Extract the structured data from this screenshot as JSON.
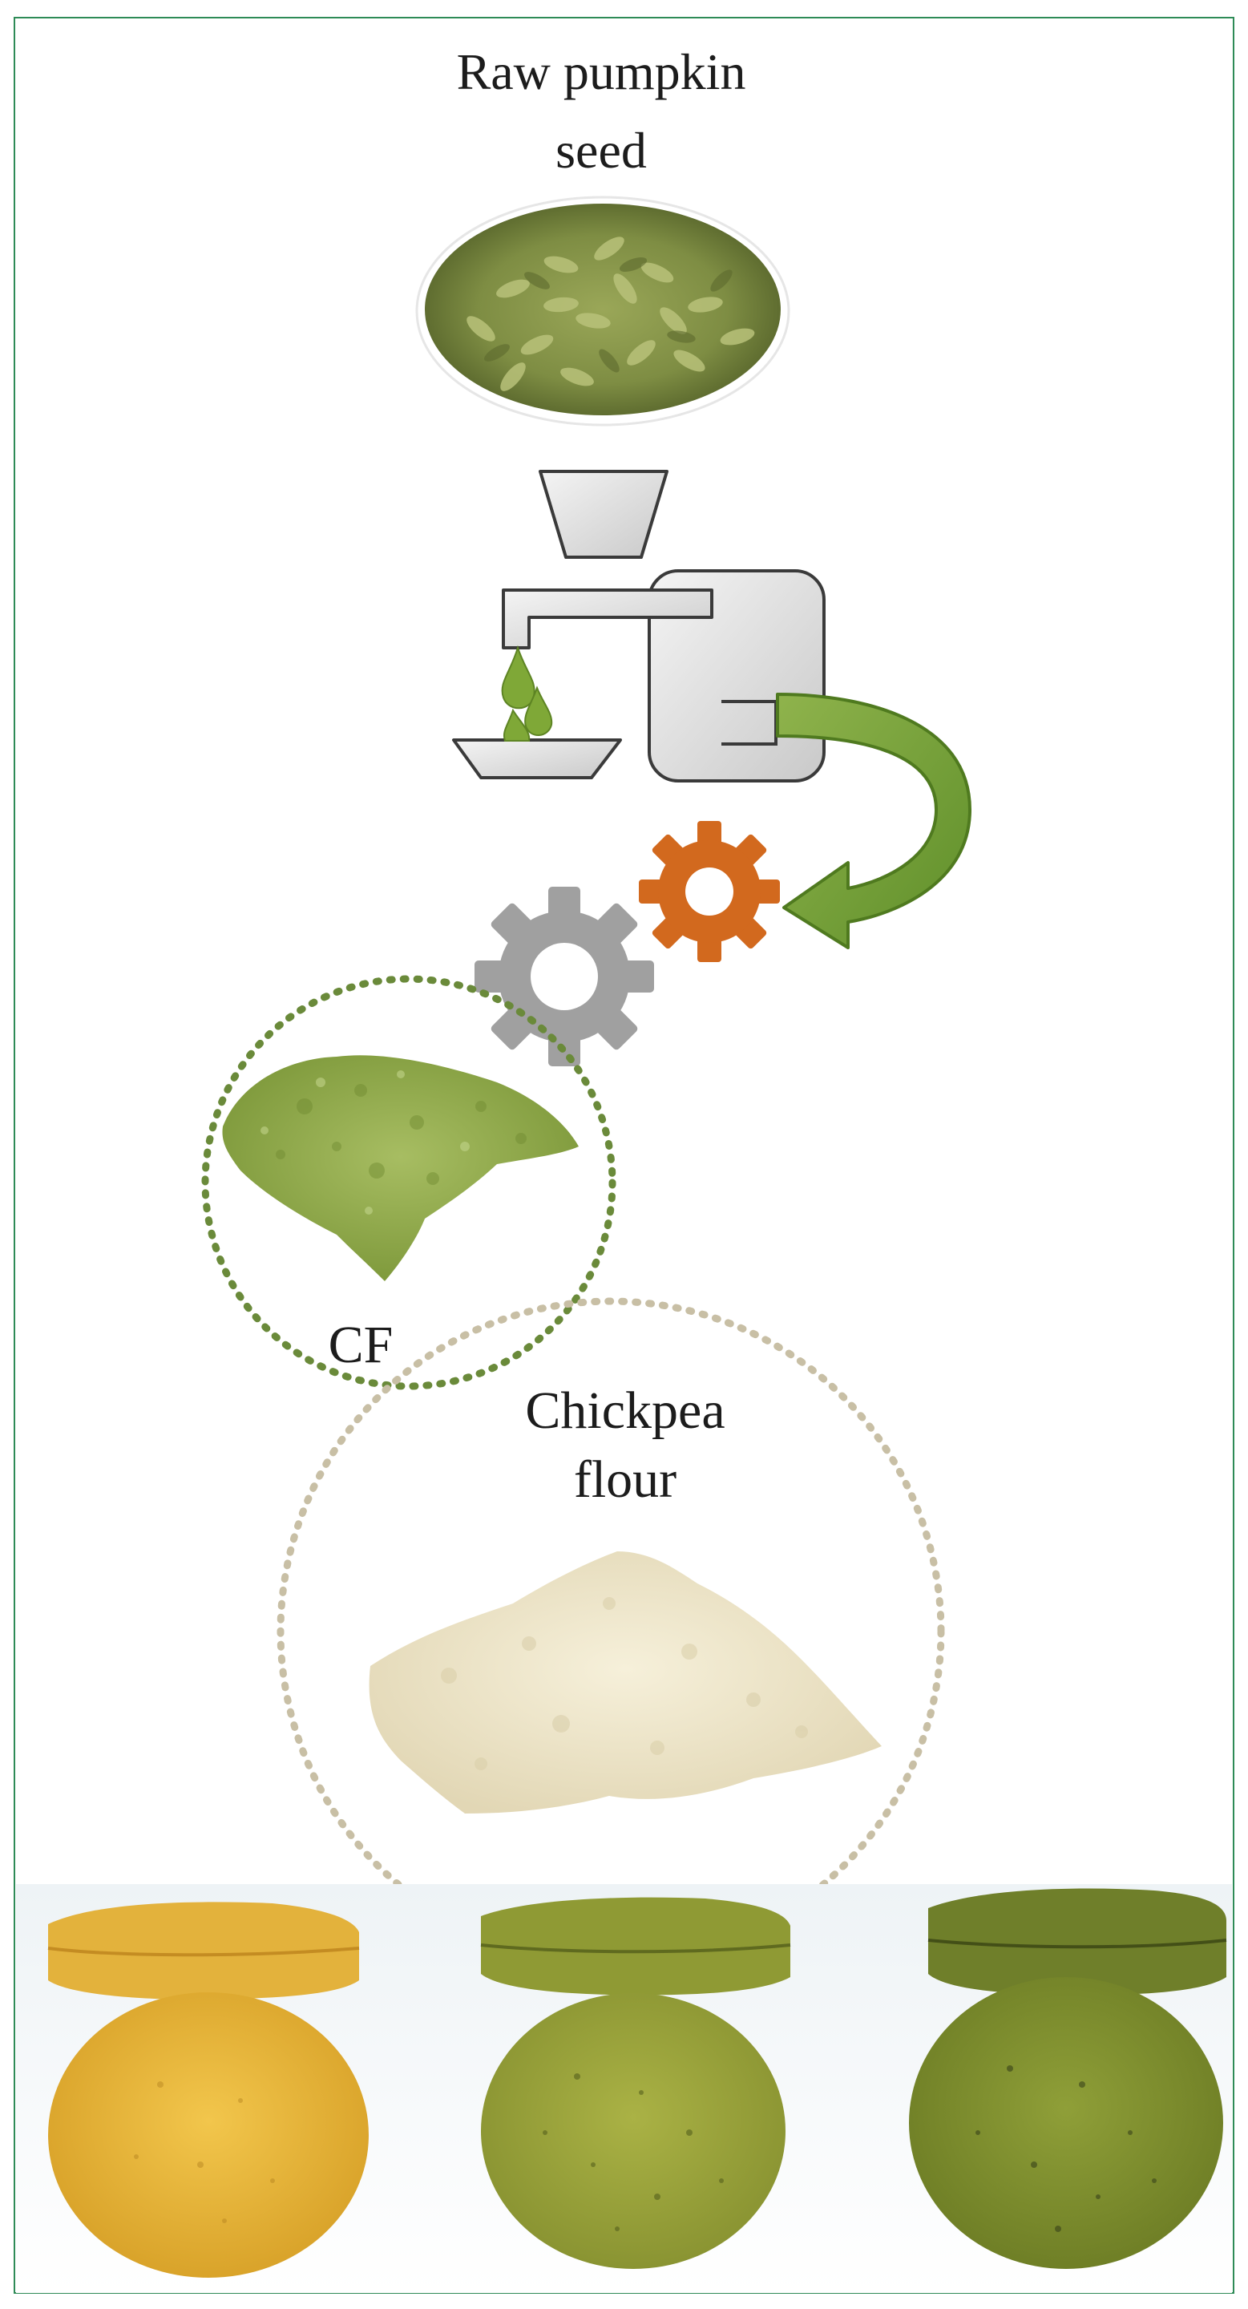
{
  "diagram": {
    "raw_seed_label_line1": "Raw pumpkin",
    "raw_seed_label_line2": "seed",
    "cf_label": "CF",
    "chickpea_label_line1": "Chickpea",
    "chickpea_label_line2": "flour"
  },
  "colors": {
    "frame_border": "#2e8b57",
    "arrow_green": "#7aa33a",
    "gear_orange": "#d2691e",
    "gear_gray": "#a0a0a0",
    "dotted_green": "#6a8a3a",
    "dotted_beige": "#c8bfa5",
    "seed_green": "#8a9a4a",
    "green_powder": "#93ad4d",
    "chickpea_flour": "#efe8cf",
    "cookie_yellow": "#e9b73a",
    "cookie_olive": "#9aa23b",
    "cookie_green": "#7f8f2e"
  },
  "icons": [
    "oil-press-icon",
    "oil-drop-icon",
    "curved-arrow-icon",
    "orange-gear-icon",
    "gray-gear-icon"
  ]
}
